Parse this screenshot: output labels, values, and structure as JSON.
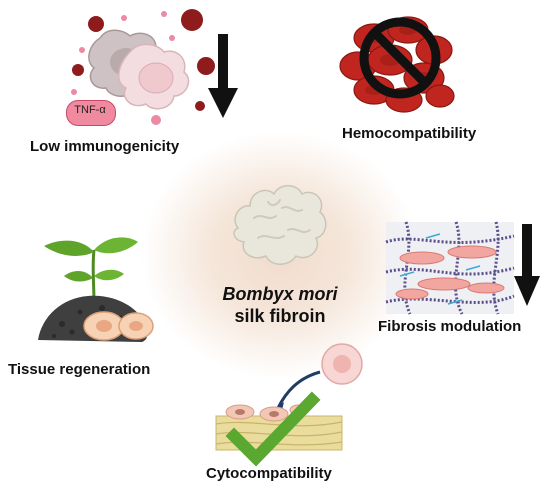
{
  "center": {
    "species": "Bombyx mori",
    "material": "silk fibroin"
  },
  "properties": {
    "immunogenicity": "Low immunogenicity",
    "hemocompatibility": "Hemocompatibility",
    "tissue": "Tissue regeneration",
    "fibrosis": "Fibrosis modulation",
    "cyto": "Cytocompatibility"
  },
  "badges": {
    "tnf": "TNF-α"
  },
  "colors": {
    "check": "#5aa830",
    "arrow": "#111111",
    "prohibit": "#111111",
    "rbc": "#c0261f",
    "glow": "#f1dccd"
  }
}
